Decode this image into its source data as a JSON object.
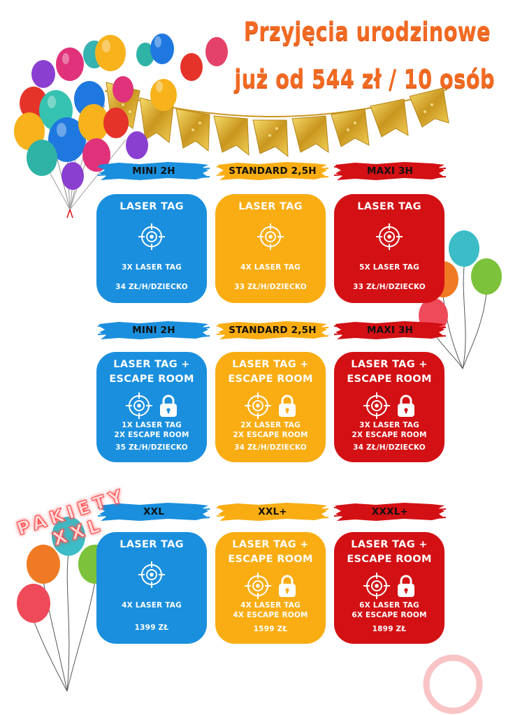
{
  "headline": {
    "line1": "Przyjęcia urodzinowe",
    "line2": "już od 544 zł / 10 osób"
  },
  "colors": {
    "headline": "#f26a22",
    "blue": "#1a8fde",
    "yellow": "#f9ad12",
    "red": "#d31014"
  },
  "stamp": {
    "line1": "PAKIETY",
    "line2": "XXL"
  },
  "sections": [
    {
      "packages": [
        {
          "color": "blue",
          "band": "MINI 2H",
          "title": [
            "LASER TAG"
          ],
          "icons": [
            "target-icon"
          ],
          "lines": [
            "3X LASER TAG"
          ],
          "price": "34 ZŁ/H/DZIECKO"
        },
        {
          "color": "yellow",
          "band": "STANDARD 2,5H",
          "title": [
            "LASER TAG"
          ],
          "icons": [
            "target-icon"
          ],
          "lines": [
            "4X LASER TAG"
          ],
          "price": "33 ZŁ/H/DZIECKO"
        },
        {
          "color": "red",
          "band": "MAXI 3H",
          "title": [
            "LASER TAG"
          ],
          "icons": [
            "target-icon"
          ],
          "lines": [
            "5X LASER TAG"
          ],
          "price": "33 ZŁ/H/DZIECKO"
        }
      ]
    },
    {
      "packages": [
        {
          "color": "blue",
          "band": "MINI 2H",
          "title": [
            "LASER TAG +",
            "ESCAPE ROOM"
          ],
          "icons": [
            "target-icon",
            "padlock-icon"
          ],
          "lines": [
            "1X LASER TAG",
            "2X ESCAPE ROOM"
          ],
          "price": "35 ZŁ/H/DZIECKO"
        },
        {
          "color": "yellow",
          "band": "STANDARD 2,5H",
          "title": [
            "LASER TAG +",
            "ESCAPE ROOM"
          ],
          "icons": [
            "target-icon",
            "padlock-icon"
          ],
          "lines": [
            "2X LASER TAG",
            "2X ESCAPE ROOM"
          ],
          "price": "34 ZŁ/H/DZIECKO"
        },
        {
          "color": "red",
          "band": "MAXI 3H",
          "title": [
            "LASER TAG +",
            "ESCAPE ROOM"
          ],
          "icons": [
            "target-icon",
            "padlock-icon"
          ],
          "lines": [
            "3X LASER TAG",
            "2X ESCAPE ROOM"
          ],
          "price": "34 ZŁ/H/DZIECKO"
        }
      ]
    },
    {
      "packages": [
        {
          "color": "blue",
          "band": "XXL",
          "title": [
            "LASER TAG"
          ],
          "icons": [
            "target-icon"
          ],
          "lines": [
            "4X LASER TAG"
          ],
          "price": "1399 ZŁ"
        },
        {
          "color": "yellow",
          "band": "XXL+",
          "title": [
            "LASER TAG +",
            "ESCAPE ROOM"
          ],
          "icons": [
            "target-icon",
            "padlock-icon"
          ],
          "lines": [
            "4X LASER TAG",
            "4X ESCAPE ROOM"
          ],
          "price": "1599 ZŁ"
        },
        {
          "color": "red",
          "band": "XXXL+",
          "title": [
            "LASER TAG +",
            "ESCAPE ROOM"
          ],
          "icons": [
            "target-icon",
            "padlock-icon"
          ],
          "lines": [
            "6X LASER TAG",
            "6X ESCAPE ROOM"
          ],
          "price": "1899 ZŁ"
        }
      ]
    }
  ],
  "decorations": [
    "balloon-cluster-icon",
    "gold-bunting-icon",
    "balloon-bunch-icon",
    "ring-icon"
  ]
}
